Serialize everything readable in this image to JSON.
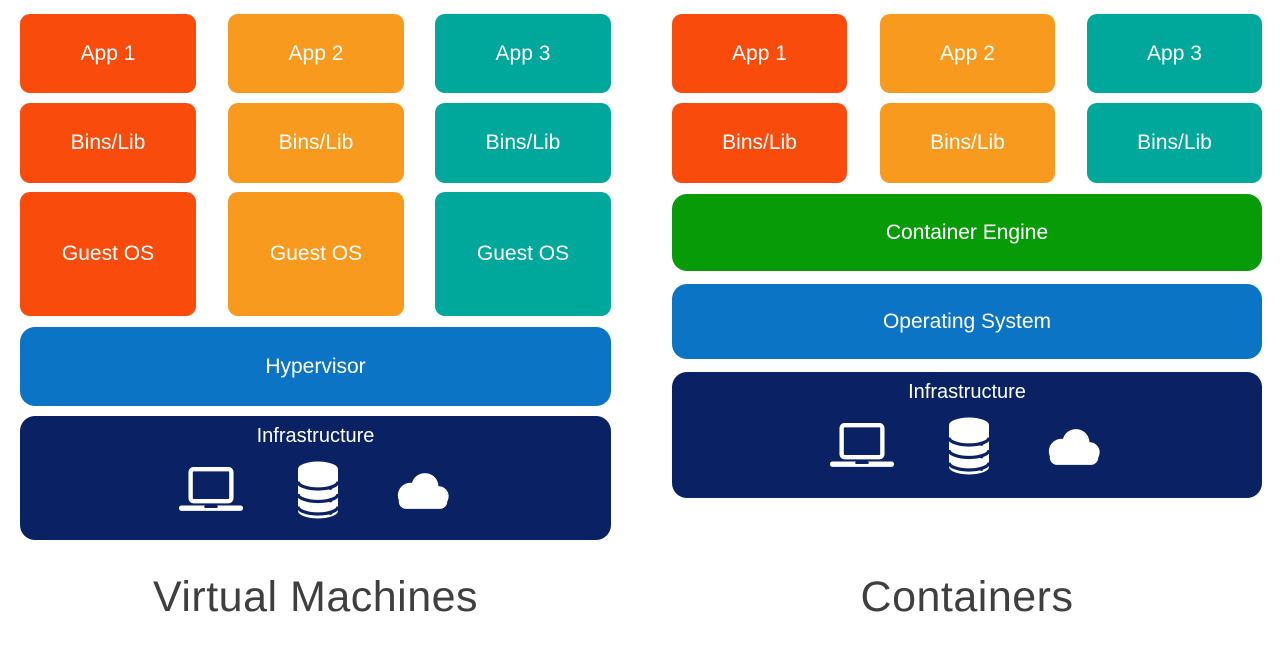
{
  "diagram": {
    "left": {
      "title": "Virtual Machines",
      "columns": [
        {
          "app": "App 1",
          "bins": "Bins/Lib",
          "guest": "Guest OS"
        },
        {
          "app": "App 2",
          "bins": "Bins/Lib",
          "guest": "Guest OS"
        },
        {
          "app": "App 3",
          "bins": "Bins/Lib",
          "guest": "Guest OS"
        }
      ],
      "hypervisor": "Hypervisor",
      "infrastructure": "Infrastructure"
    },
    "right": {
      "title": "Containers",
      "columns": [
        {
          "app": "App 1",
          "bins": "Bins/Lib"
        },
        {
          "app": "App 2",
          "bins": "Bins/Lib"
        },
        {
          "app": "App 3",
          "bins": "Bins/Lib"
        }
      ],
      "container_engine": "Container Engine",
      "operating_system": "Operating System",
      "infrastructure": "Infrastructure"
    },
    "infrastructure_icons": [
      "laptop-icon",
      "database-icon",
      "cloud-icon"
    ]
  },
  "colors": {
    "app1": "#F94B0C",
    "app2": "#F89A1D",
    "app3": "#00A79B",
    "container-engine": "#089B08",
    "platform-blue": "#0B74C4",
    "infra-navy": "#0A2263",
    "title-gray": "#3F3F3F"
  }
}
